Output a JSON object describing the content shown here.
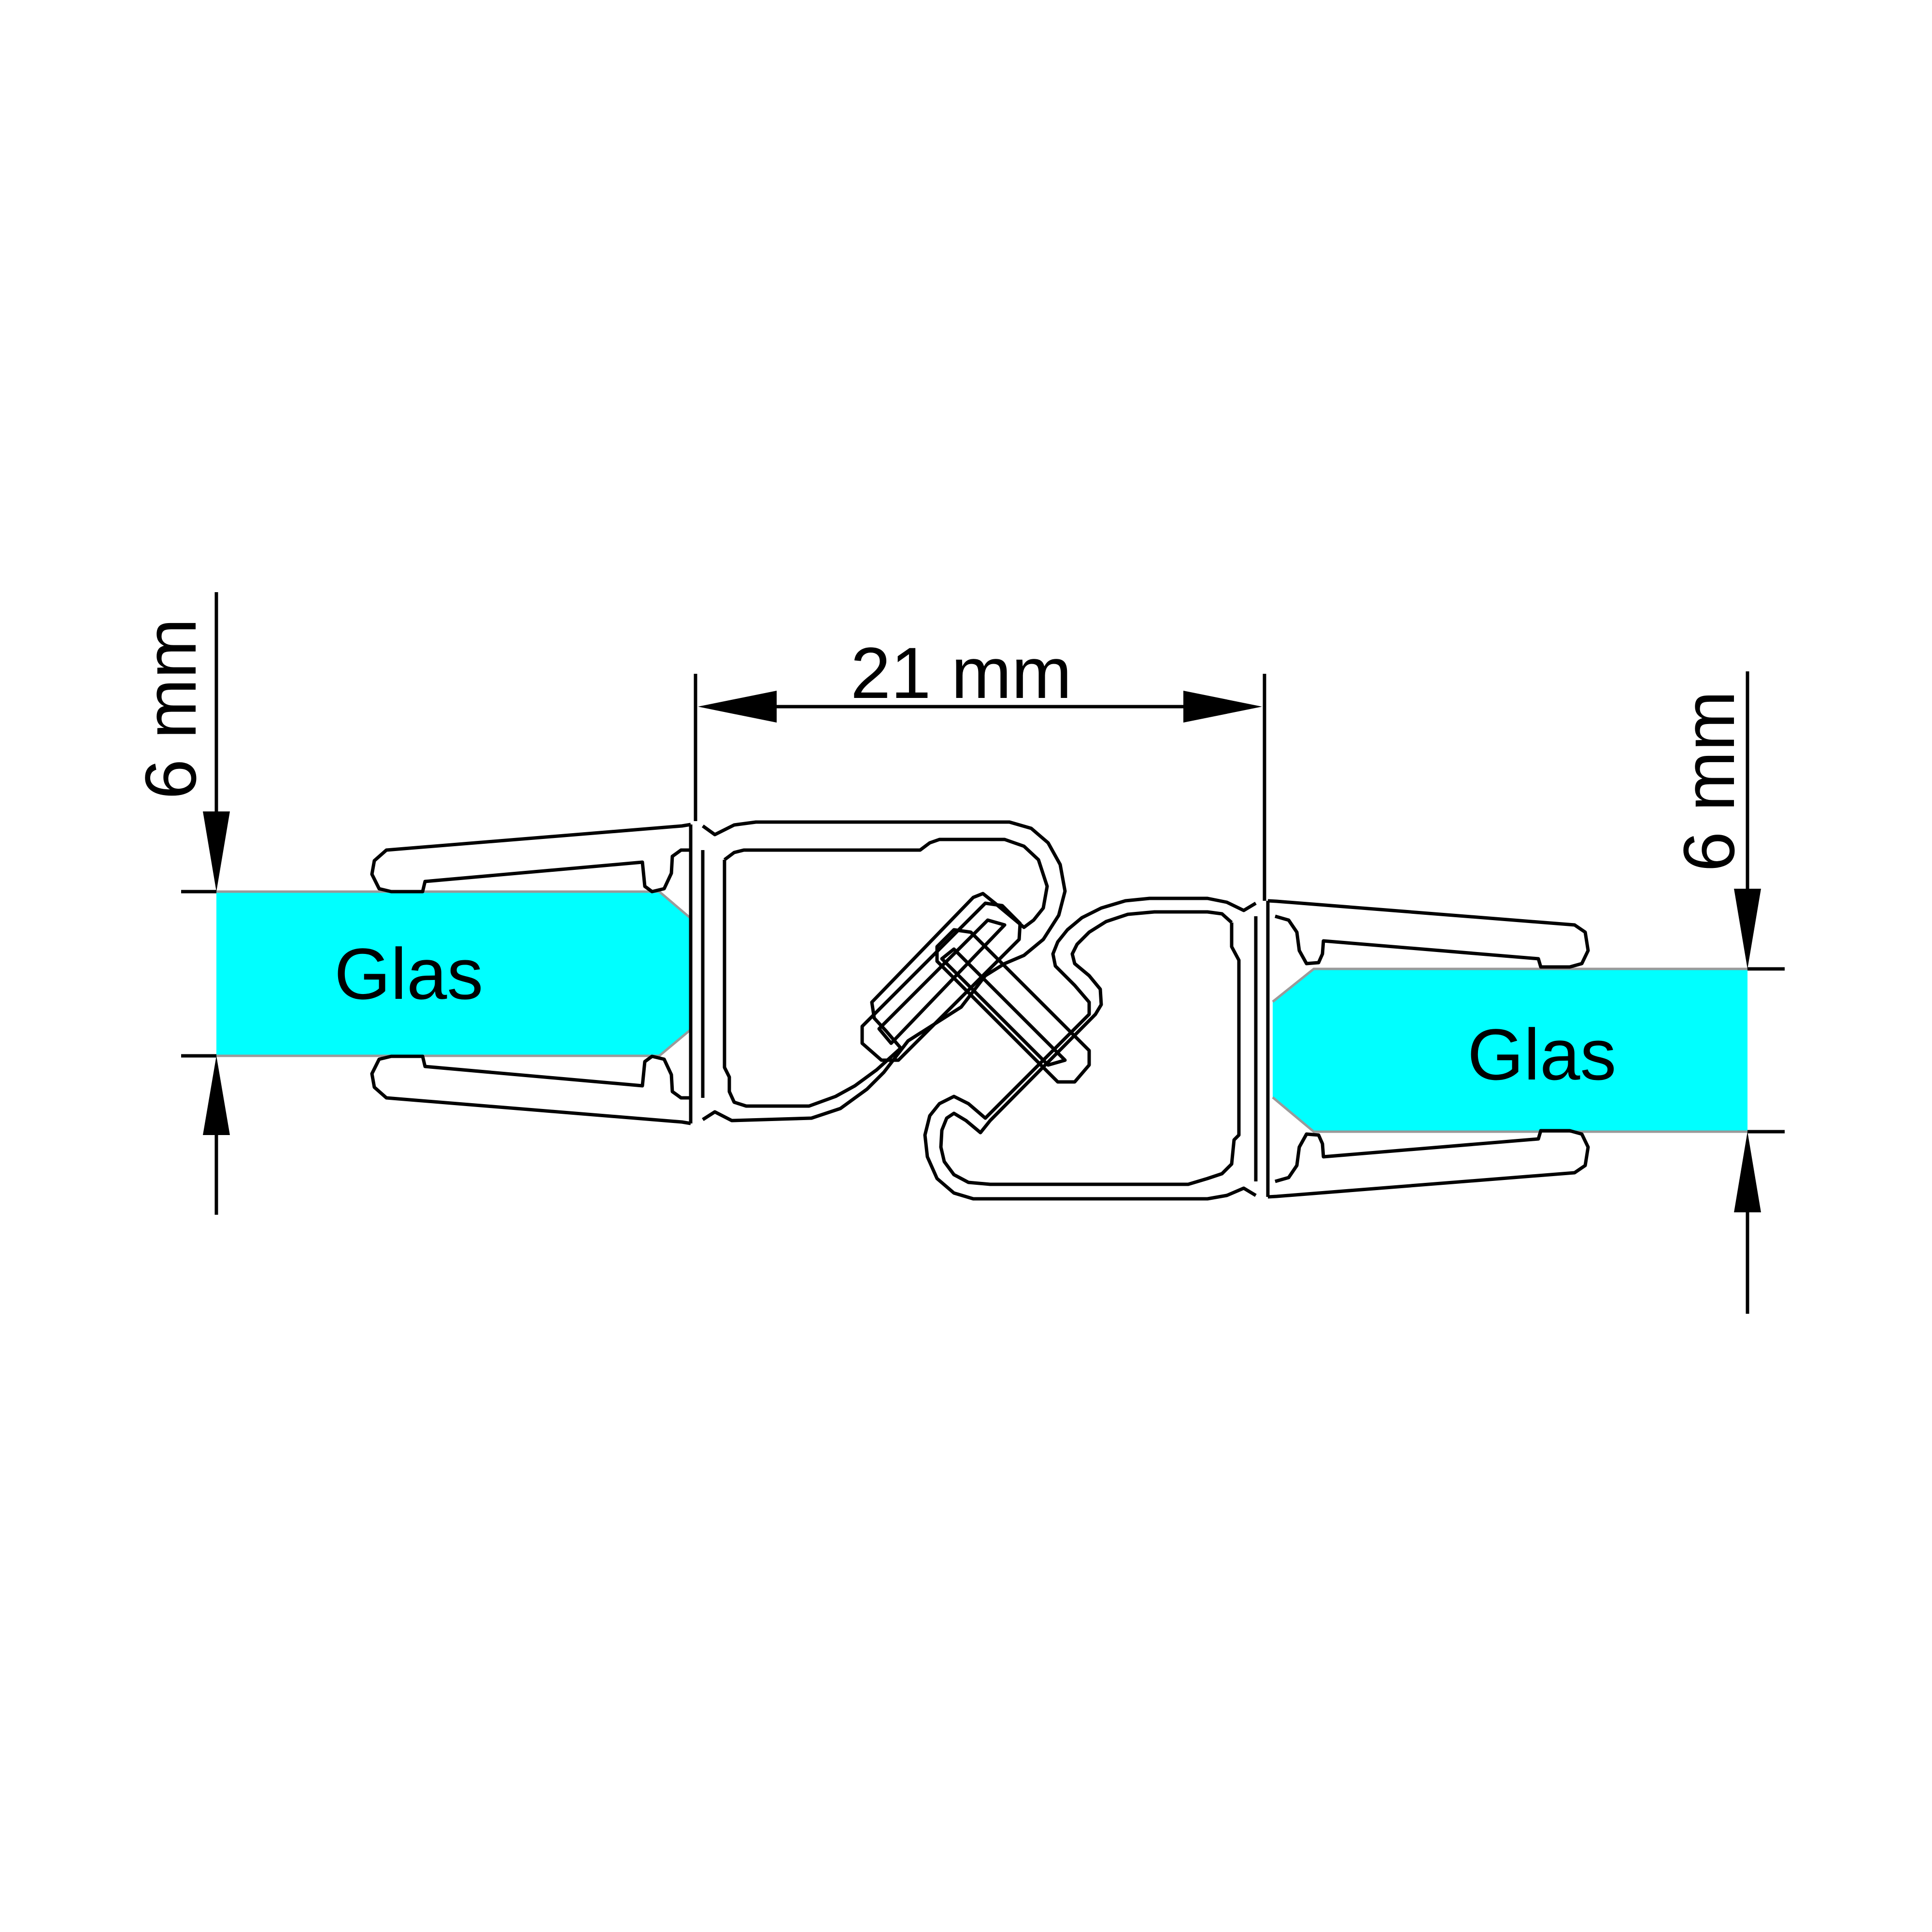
{
  "dimensions": {
    "left_thickness": "6 mm",
    "width": "21 mm",
    "right_thickness": "6 mm"
  },
  "glass": {
    "left_label": "Glas",
    "right_label": "Glas"
  },
  "colors": {
    "glass_fill": "#00ffff",
    "line": "#000000",
    "glass_edge": "#9a9a9a"
  }
}
